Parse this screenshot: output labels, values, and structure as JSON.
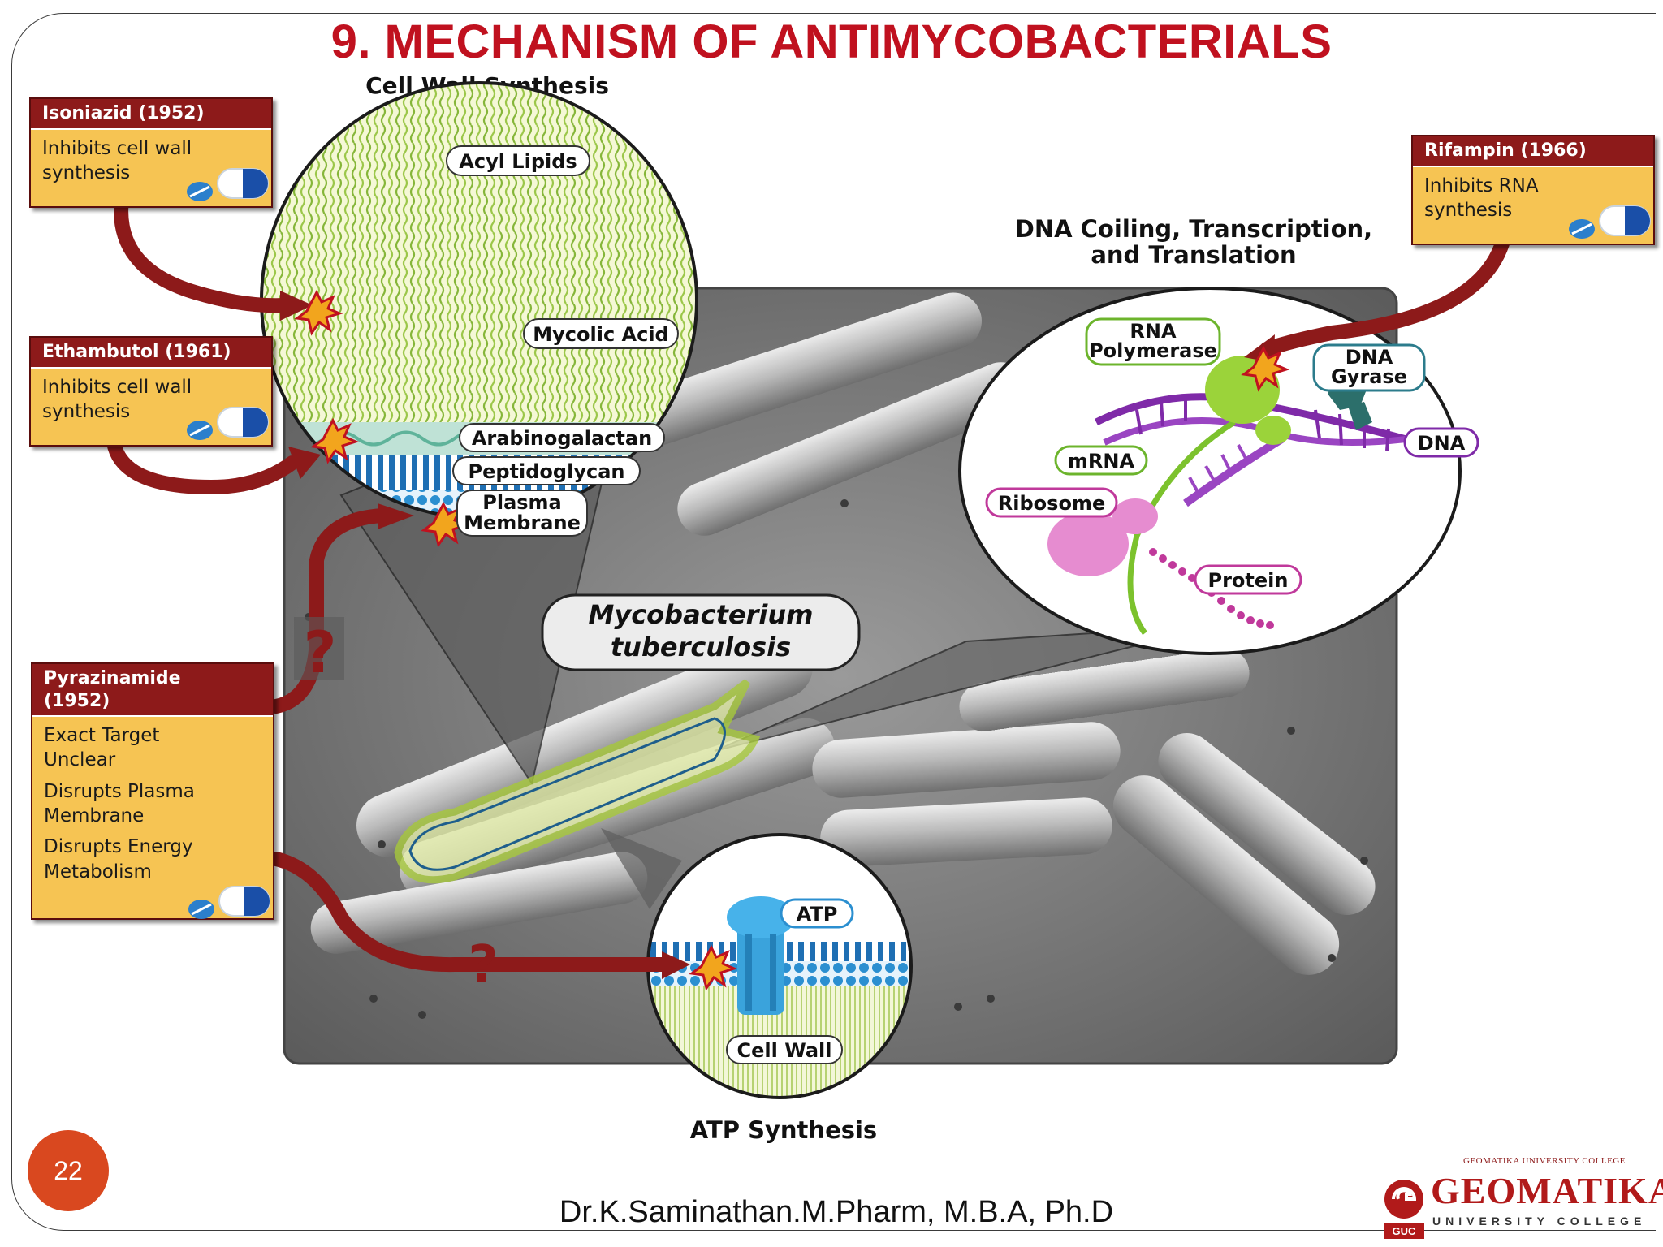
{
  "slide": {
    "title": "9. MECHANISM OF ANTIMYCOBACTERIALS",
    "page_number": "22",
    "author": "Dr.K.Saminathan.M.Pharm, M.B.A, Ph.D"
  },
  "sections": {
    "cell_wall": "Cell Wall Synthesis",
    "dna_line1": "DNA Coiling, Transcription,",
    "dna_line2": "and Translation",
    "atp": "ATP Synthesis"
  },
  "drugs": {
    "isoniazid": {
      "name": "Isoniazid (1952)",
      "line1": "Inhibits cell wall",
      "line2": "synthesis"
    },
    "ethambutol": {
      "name": "Ethambutol (1961)",
      "line1": "Inhibits cell wall",
      "line2": "synthesis"
    },
    "rifampin": {
      "name": "Rifampin (1966)",
      "line1": "Inhibits RNA",
      "line2": "synthesis"
    },
    "pyrazinamide": {
      "name_line1": "Pyrazinamide",
      "name_line2": "(1952)",
      "effects": [
        [
          "Exact Target",
          "Unclear"
        ],
        [
          "Disrupts Plasma",
          "Membrane"
        ],
        [
          "Disrupts Energy",
          "Metabolism"
        ]
      ]
    }
  },
  "cell_wall_layers": {
    "acyl_lipids": "Acyl Lipids",
    "mycolic_acid": "Mycolic Acid",
    "arabinogalactan": "Arabinogalactan",
    "peptidoglycan": "Peptidoglycan",
    "plasma_line1": "Plasma",
    "plasma_line2": "Membrane"
  },
  "dna_components": {
    "rna_pol_line1": "RNA",
    "rna_pol_line2": "Polymerase",
    "gyrase_line1": "DNA",
    "gyrase_line2": "Gyrase",
    "dna": "DNA",
    "mrna": "mRNA",
    "ribosome": "Ribosome",
    "protein": "Protein"
  },
  "atp_components": {
    "atp": "ATP",
    "cell_wall": "Cell Wall"
  },
  "organism": {
    "line1": "Mycobacterium",
    "line2": "tuberculosis"
  },
  "question_mark": "?",
  "logo": {
    "top_text": "GEOMATIKA UNIVERSITY COLLEGE",
    "name": "GEOMATIKA",
    "sub": "UNIVERSITY COLLEGE",
    "emblem": "GUC"
  },
  "colors": {
    "title_red": "#c0111f",
    "drug_header": "#8d1a1a",
    "drug_body": "#f6c453",
    "arrow_red": "#8d1a1a",
    "badge": "#d9481f"
  }
}
